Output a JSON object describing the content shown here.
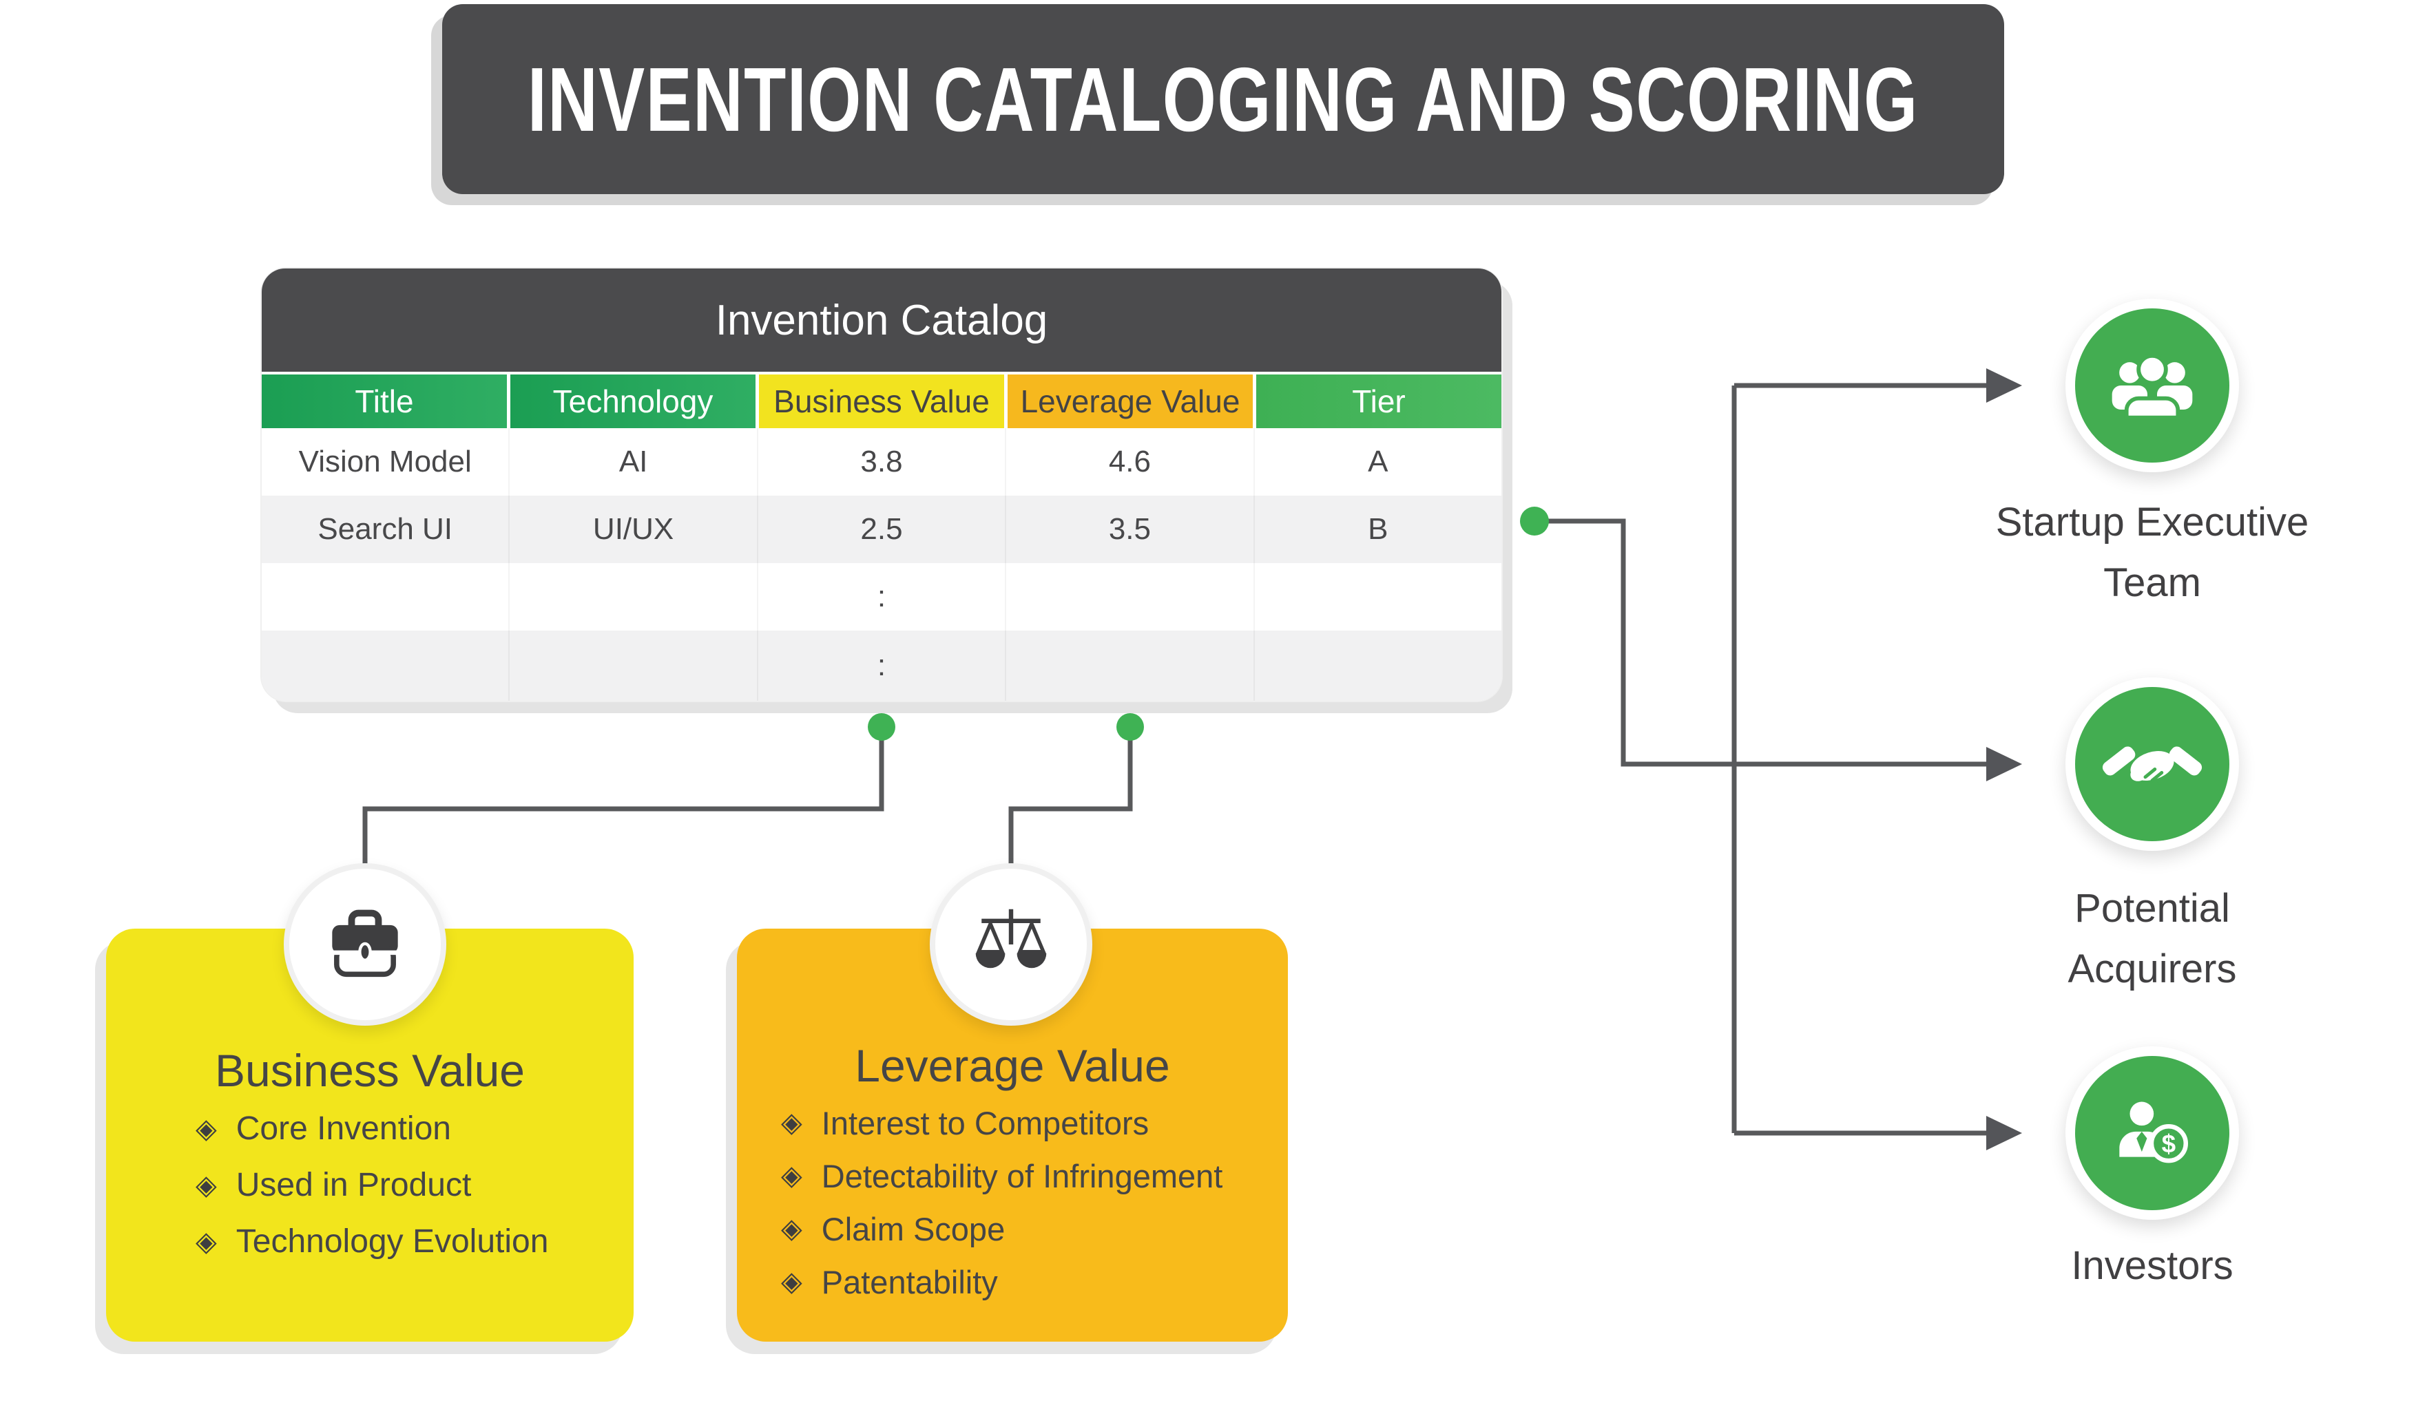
{
  "banner": {
    "title": "INVENTION CATALOGING AND SCORING"
  },
  "catalog": {
    "title": "Invention Catalog",
    "columns": [
      {
        "label": "Title"
      },
      {
        "label": "Technology"
      },
      {
        "label": "Business Value"
      },
      {
        "label": "Leverage Value"
      },
      {
        "label": "Tier"
      }
    ],
    "rows": [
      {
        "cells": [
          "Vision Model",
          "AI",
          "3.8",
          "4.6",
          "A"
        ]
      },
      {
        "cells": [
          "Search UI",
          "UI/UX",
          "2.5",
          "3.5",
          "B"
        ]
      },
      {
        "cells": [
          "",
          "",
          ":",
          "",
          ""
        ]
      },
      {
        "cells": [
          "",
          "",
          ":",
          "",
          ""
        ]
      }
    ]
  },
  "cards": {
    "business": {
      "title": "Business Value",
      "icon": "briefcase-icon",
      "bullets": [
        "Core Invention",
        "Used in Product",
        "Technology Evolution"
      ]
    },
    "leverage": {
      "title": "Leverage Value",
      "icon": "scales-icon",
      "bullets": [
        "Interest to Competitors",
        "Detectability of Infringement",
        "Claim Scope",
        "Patentability"
      ]
    }
  },
  "stakeholders": [
    {
      "name": "Startup Executive Team",
      "lines": [
        "Startup Executive",
        "Team"
      ],
      "icon": "team-icon"
    },
    {
      "name": "Potential Acquirers",
      "lines": [
        "Potential",
        "Acquirers"
      ],
      "icon": "handshake-icon"
    },
    {
      "name": "Investors",
      "lines": [
        "Investors"
      ],
      "icon": "investor-dollar-icon"
    }
  ],
  "ui": {
    "bullet_glyph": "◈"
  },
  "colors": {
    "dark_gray": "#4B4B4D",
    "line_gray": "#58595B",
    "text_gray": "#414042",
    "header_green": "#24A45C",
    "tier_green": "#45B35A",
    "business_yellow": "#F2E51C",
    "leverage_amber": "#F8BB1B",
    "node_green": "#43AD51",
    "dot_green": "#3FB254",
    "row_stripe": "#F1F1F2"
  }
}
